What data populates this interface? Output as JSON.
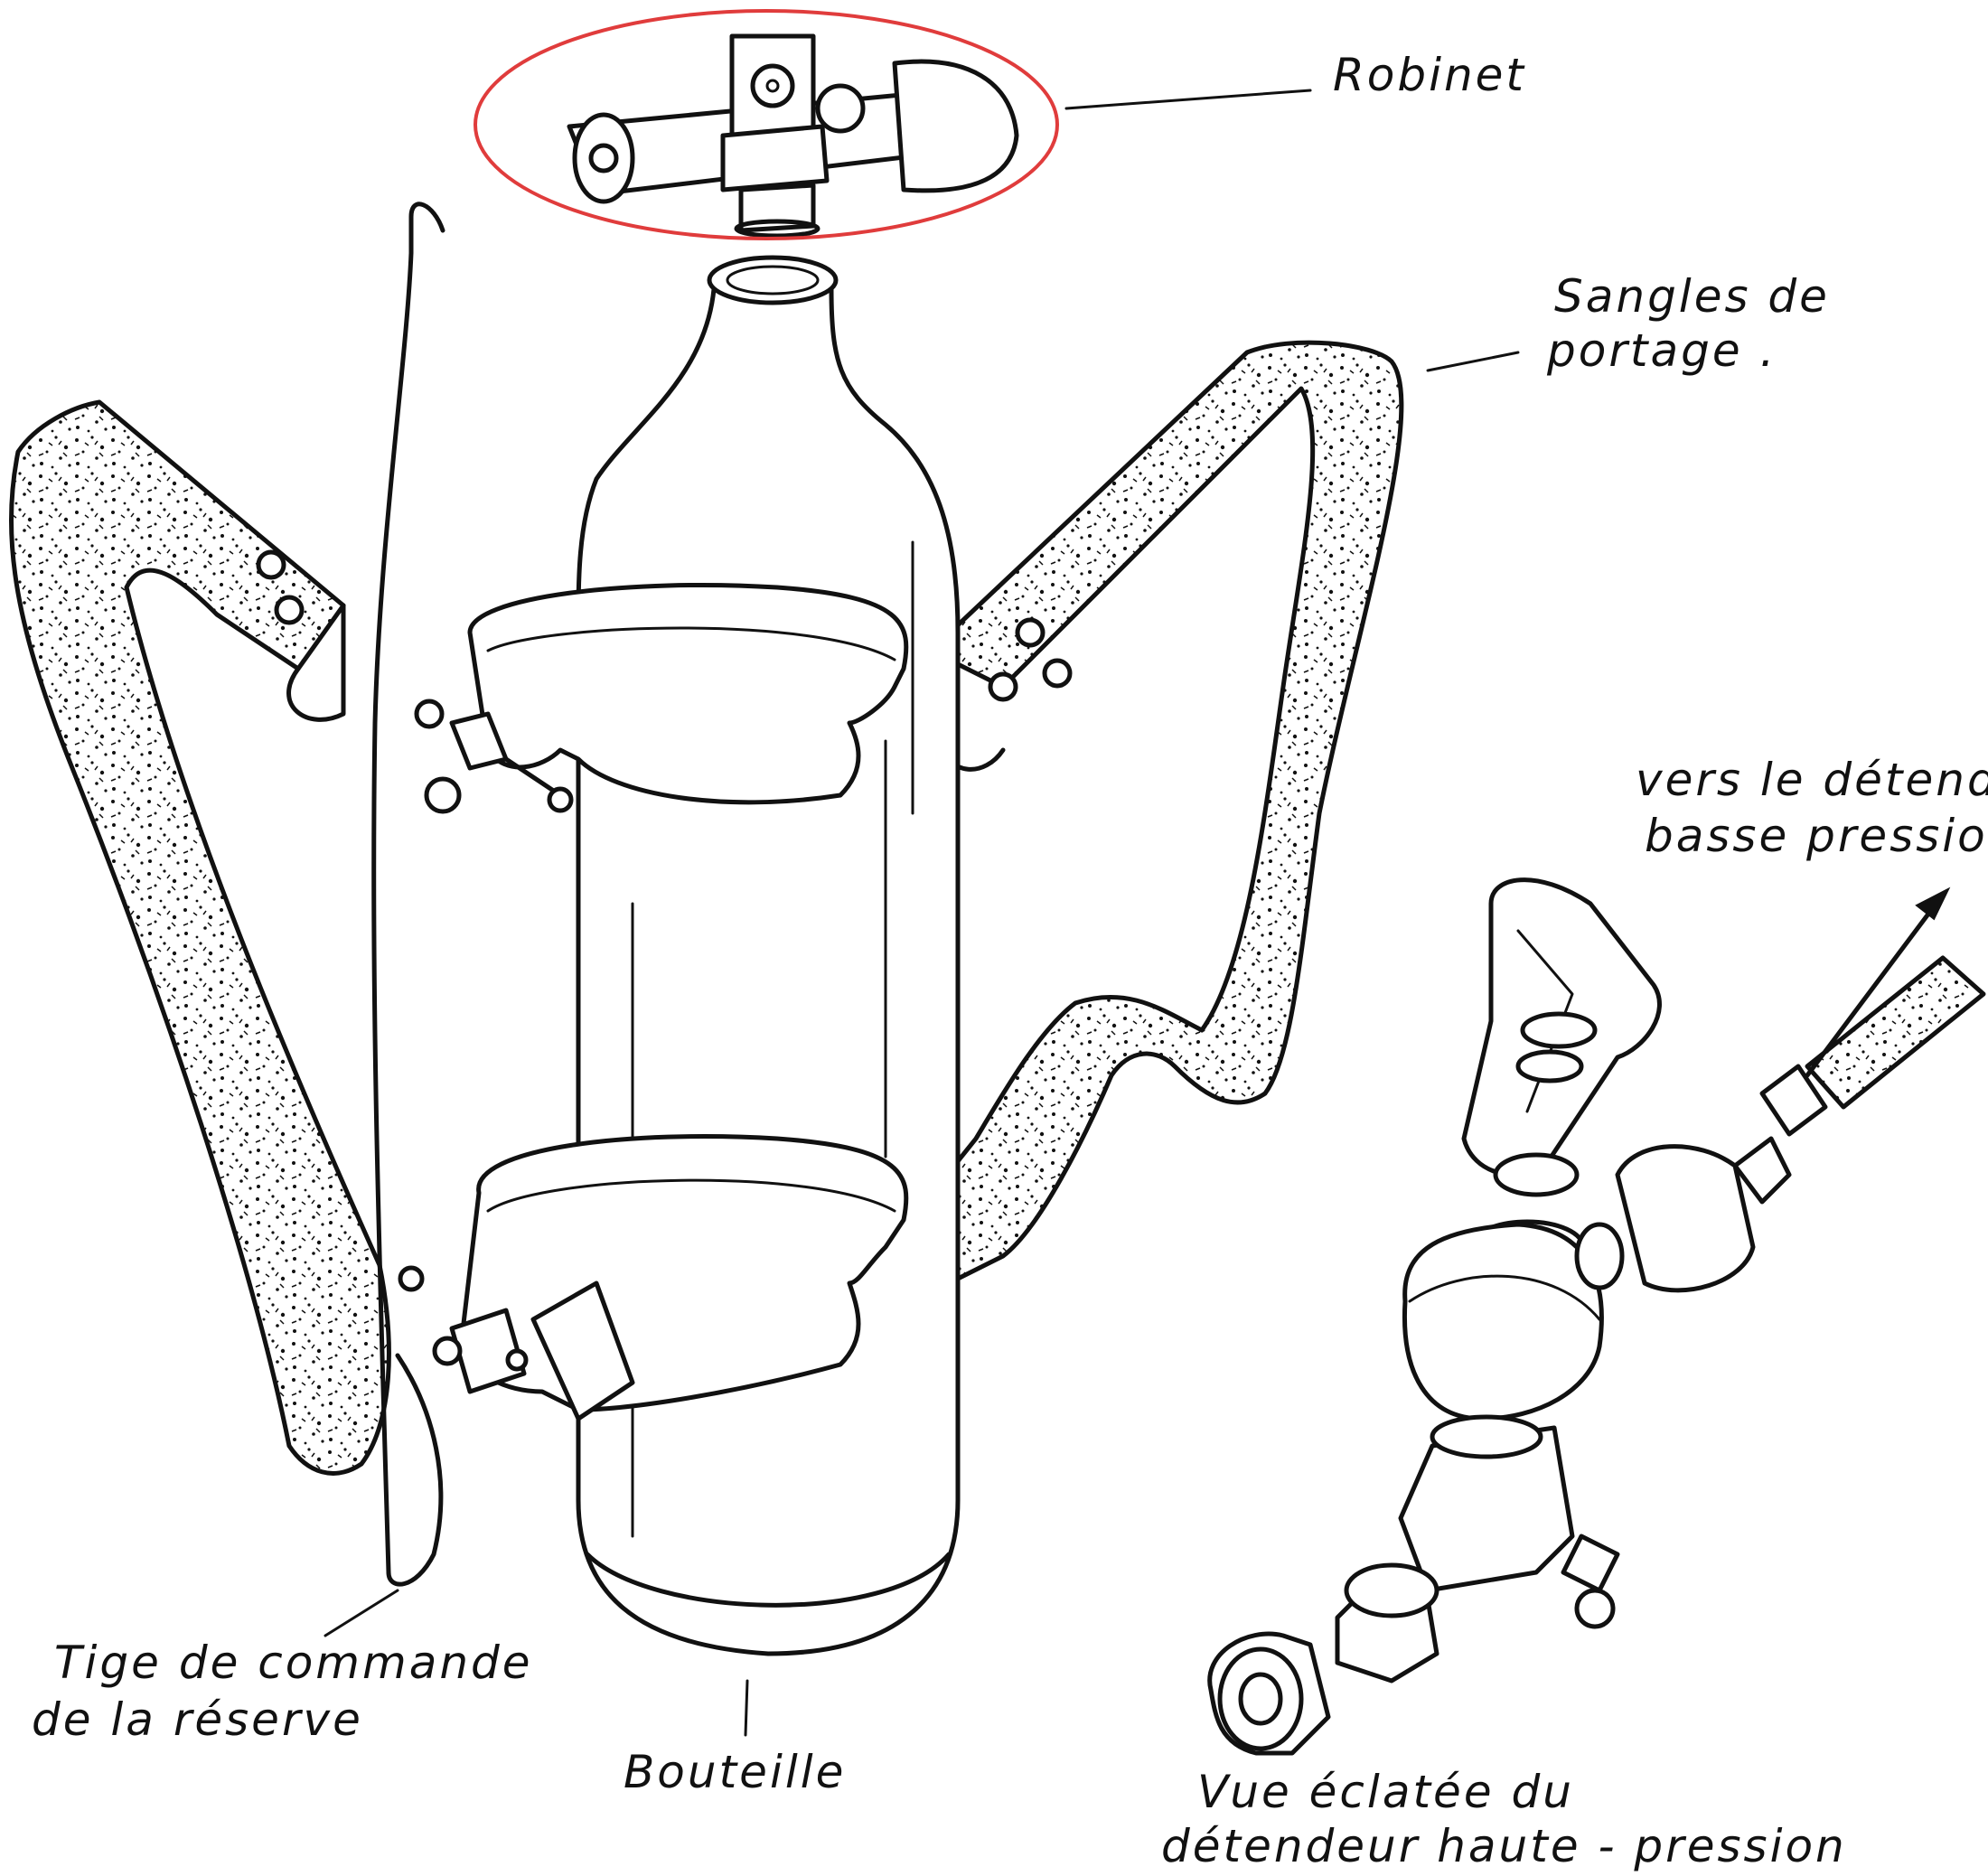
{
  "labels": {
    "robinet": "Robinet",
    "sangles_line1": "Sangles de",
    "sangles_line2": "portage .",
    "detendeur_bp_line1": "vers le détendeur",
    "detendeur_bp_line2": "basse pression",
    "tige_line1": "Tige de commande",
    "tige_line2": "de la réserve",
    "bouteille": "Bouteille",
    "vue_line1": "Vue éclatée du",
    "vue_line2": "détendeur haute - pression"
  },
  "colors": {
    "ink": "#111111",
    "highlight": "#e03c3c",
    "background": "#ffffff"
  }
}
